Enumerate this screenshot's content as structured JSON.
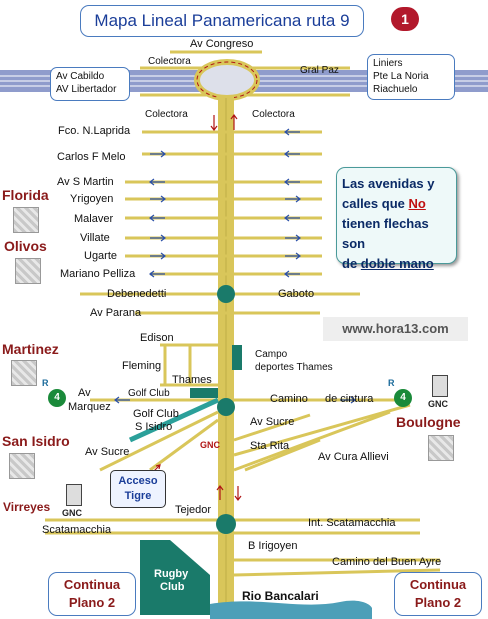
{
  "title": "Mapa Lineal Panamericana ruta 9",
  "map_number": "1",
  "boxes": {
    "left_top": "Av Cabildo",
    "left_bottom": "AV Libertador",
    "right_1": "Liniers",
    "right_2": "Pte La Noria",
    "right_3": "Riachuelo"
  },
  "streets": {
    "congreso": "Av Congreso",
    "colectora_top": "Colectora",
    "gral_paz": "Gral Paz",
    "colectora_left": "Colectora",
    "colectora_right": "Colectora",
    "laprida": "Fco. N.Laprida",
    "melo": "Carlos F Melo",
    "smartin": "Av S Martin",
    "yrigoyen": "Yrigoyen",
    "malaver": "Malaver",
    "villate": "Villate",
    "ugarte": "Ugarte",
    "pelliza": "Mariano Pelliza",
    "debenedetti": "Debenedetti",
    "gaboto": "Gaboto",
    "parana": "Av Parana",
    "edison": "Edison",
    "fleming": "Fleming",
    "thames": "Thames",
    "campo_1": "Campo",
    "campo_2": "deportes Thames",
    "golf_club": "Golf Club",
    "av": "Av",
    "marquez": "Marquez",
    "camino_1": "Camino",
    "camino_2": "de cintura",
    "golf_si_1": "Golf Club",
    "golf_si_2": "S Isidro",
    "av_sucre_r": "Av Sucre",
    "av_sucre_l": "Av Sucre",
    "sta_rita": "Sta Rita",
    "cura": "Av Cura Allievi",
    "tejedor": "Tejedor",
    "scatamacchia": "Scatamacchia",
    "int_scata": "Int. Scatamacchia",
    "birigoyen": "B Irigoyen",
    "buen_ayre": "Camino del Buen Ayre",
    "rugby_1": "Rugby",
    "rugby_2": "Club",
    "rio": "Rio Bancalari"
  },
  "note": {
    "l1": "Las avenidas y",
    "l2a": "calles que ",
    "l2b": "No",
    "l3": "tienen flechas son",
    "l4a": "de ",
    "l4b": "doble mano"
  },
  "website": "www.hora13.com",
  "cities": {
    "florida": "Florida",
    "olivos": "Olivos",
    "martinez": "Martinez",
    "san_isidro": "San Isidro",
    "virreyes": "Virreyes",
    "boulogne": "Boulogne"
  },
  "acceso": {
    "l1": "Acceso",
    "l2": "Tigre"
  },
  "gnc": "GNC",
  "route_badge": "4",
  "r_letter": "R",
  "continua": {
    "l1": "Continua",
    "l2": "Plano 2"
  },
  "colors": {
    "road": "#d9c65a",
    "highway": "#6f7fb2",
    "arrow": "#2b50a8",
    "red_arrow": "#b01515",
    "green": "#1a7a6a",
    "city": "#8a1a1a"
  }
}
